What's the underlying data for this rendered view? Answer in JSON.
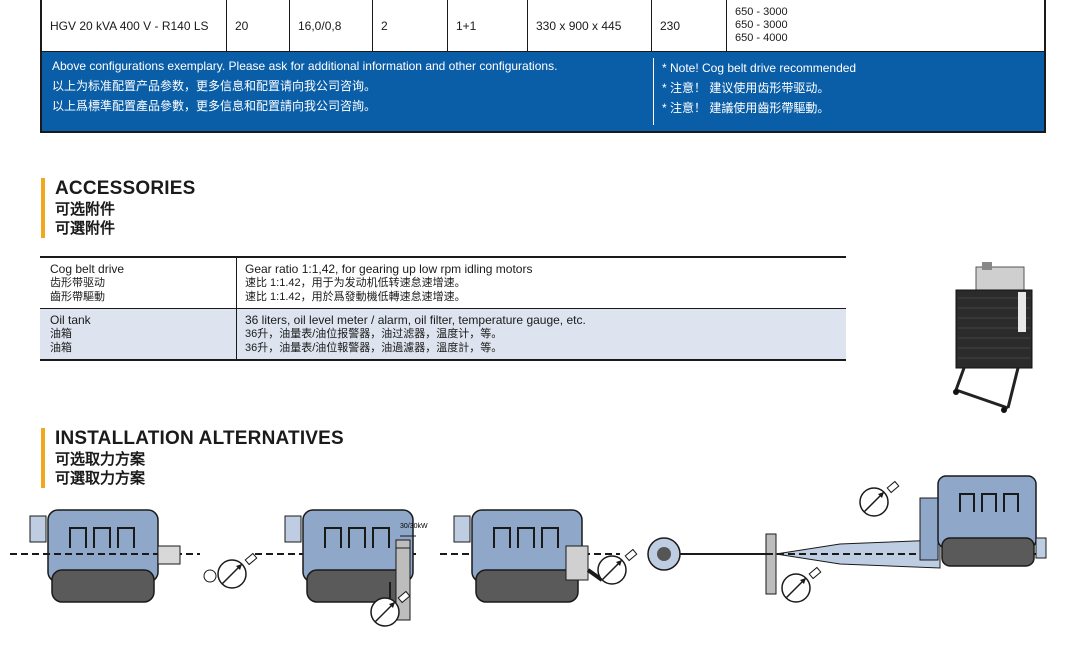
{
  "spec_row": {
    "model": "HGV 20 kVA 400 V - R140 LS",
    "kva": "20",
    "ratio": "16,0/0,8",
    "qty": "2",
    "config": "1+1",
    "dims": "330 x 900 x 445",
    "weight": "230",
    "rpm": [
      "650 - 3000",
      "650 - 3000",
      "650 - 4000"
    ]
  },
  "notes": {
    "left": [
      "Above configurations exemplary. Please ask for additional information and other configurations.",
      "以上为标准配置产品参数，更多信息和配置请向我公司咨询。",
      "以上爲標準配置產品參數，更多信息和配置請向我公司咨詢。"
    ],
    "right": [
      "* Note! Cog belt drive recommended",
      "* 注意！ 建议使用齿形带驱动。",
      "* 注意！ 建議使用齒形帶驅動。"
    ]
  },
  "accessories": {
    "title_en": "ACCESSORIES",
    "title_zh_s": "可选附件",
    "title_zh_t": "可選附件",
    "rows": [
      {
        "name": [
          "Cog belt drive",
          "齿形带驱动",
          "齒形帶驅動"
        ],
        "desc": [
          "Gear ratio 1:1,42, for gearing up low rpm idling motors",
          "速比 1:1.42，用于为发动机低转速怠速增速。",
          "速比 1:1.42，用於爲發動機低轉速怠速增速。"
        ]
      },
      {
        "name": [
          "Oil tank",
          "油箱",
          "油箱"
        ],
        "desc": [
          "36 liters, oil level meter / alarm, oil filter, temperature gauge, etc.",
          "36升，油量表/油位报警器，油过滤器，温度计，等。",
          "36升，油量表/油位報警器，油過濾器，溫度計，等。"
        ]
      }
    ]
  },
  "installation": {
    "title_en": "INSTALLATION ALTERNATIVES",
    "title_zh_s": "可选取力方案",
    "title_zh_t": "可選取力方案",
    "label_kw": "30/30kW"
  },
  "colors": {
    "note_bg": "#0a5ea8",
    "accent": "#f2a81d",
    "engine": "#8fa7c8",
    "row_shade": "#dde4ef"
  }
}
